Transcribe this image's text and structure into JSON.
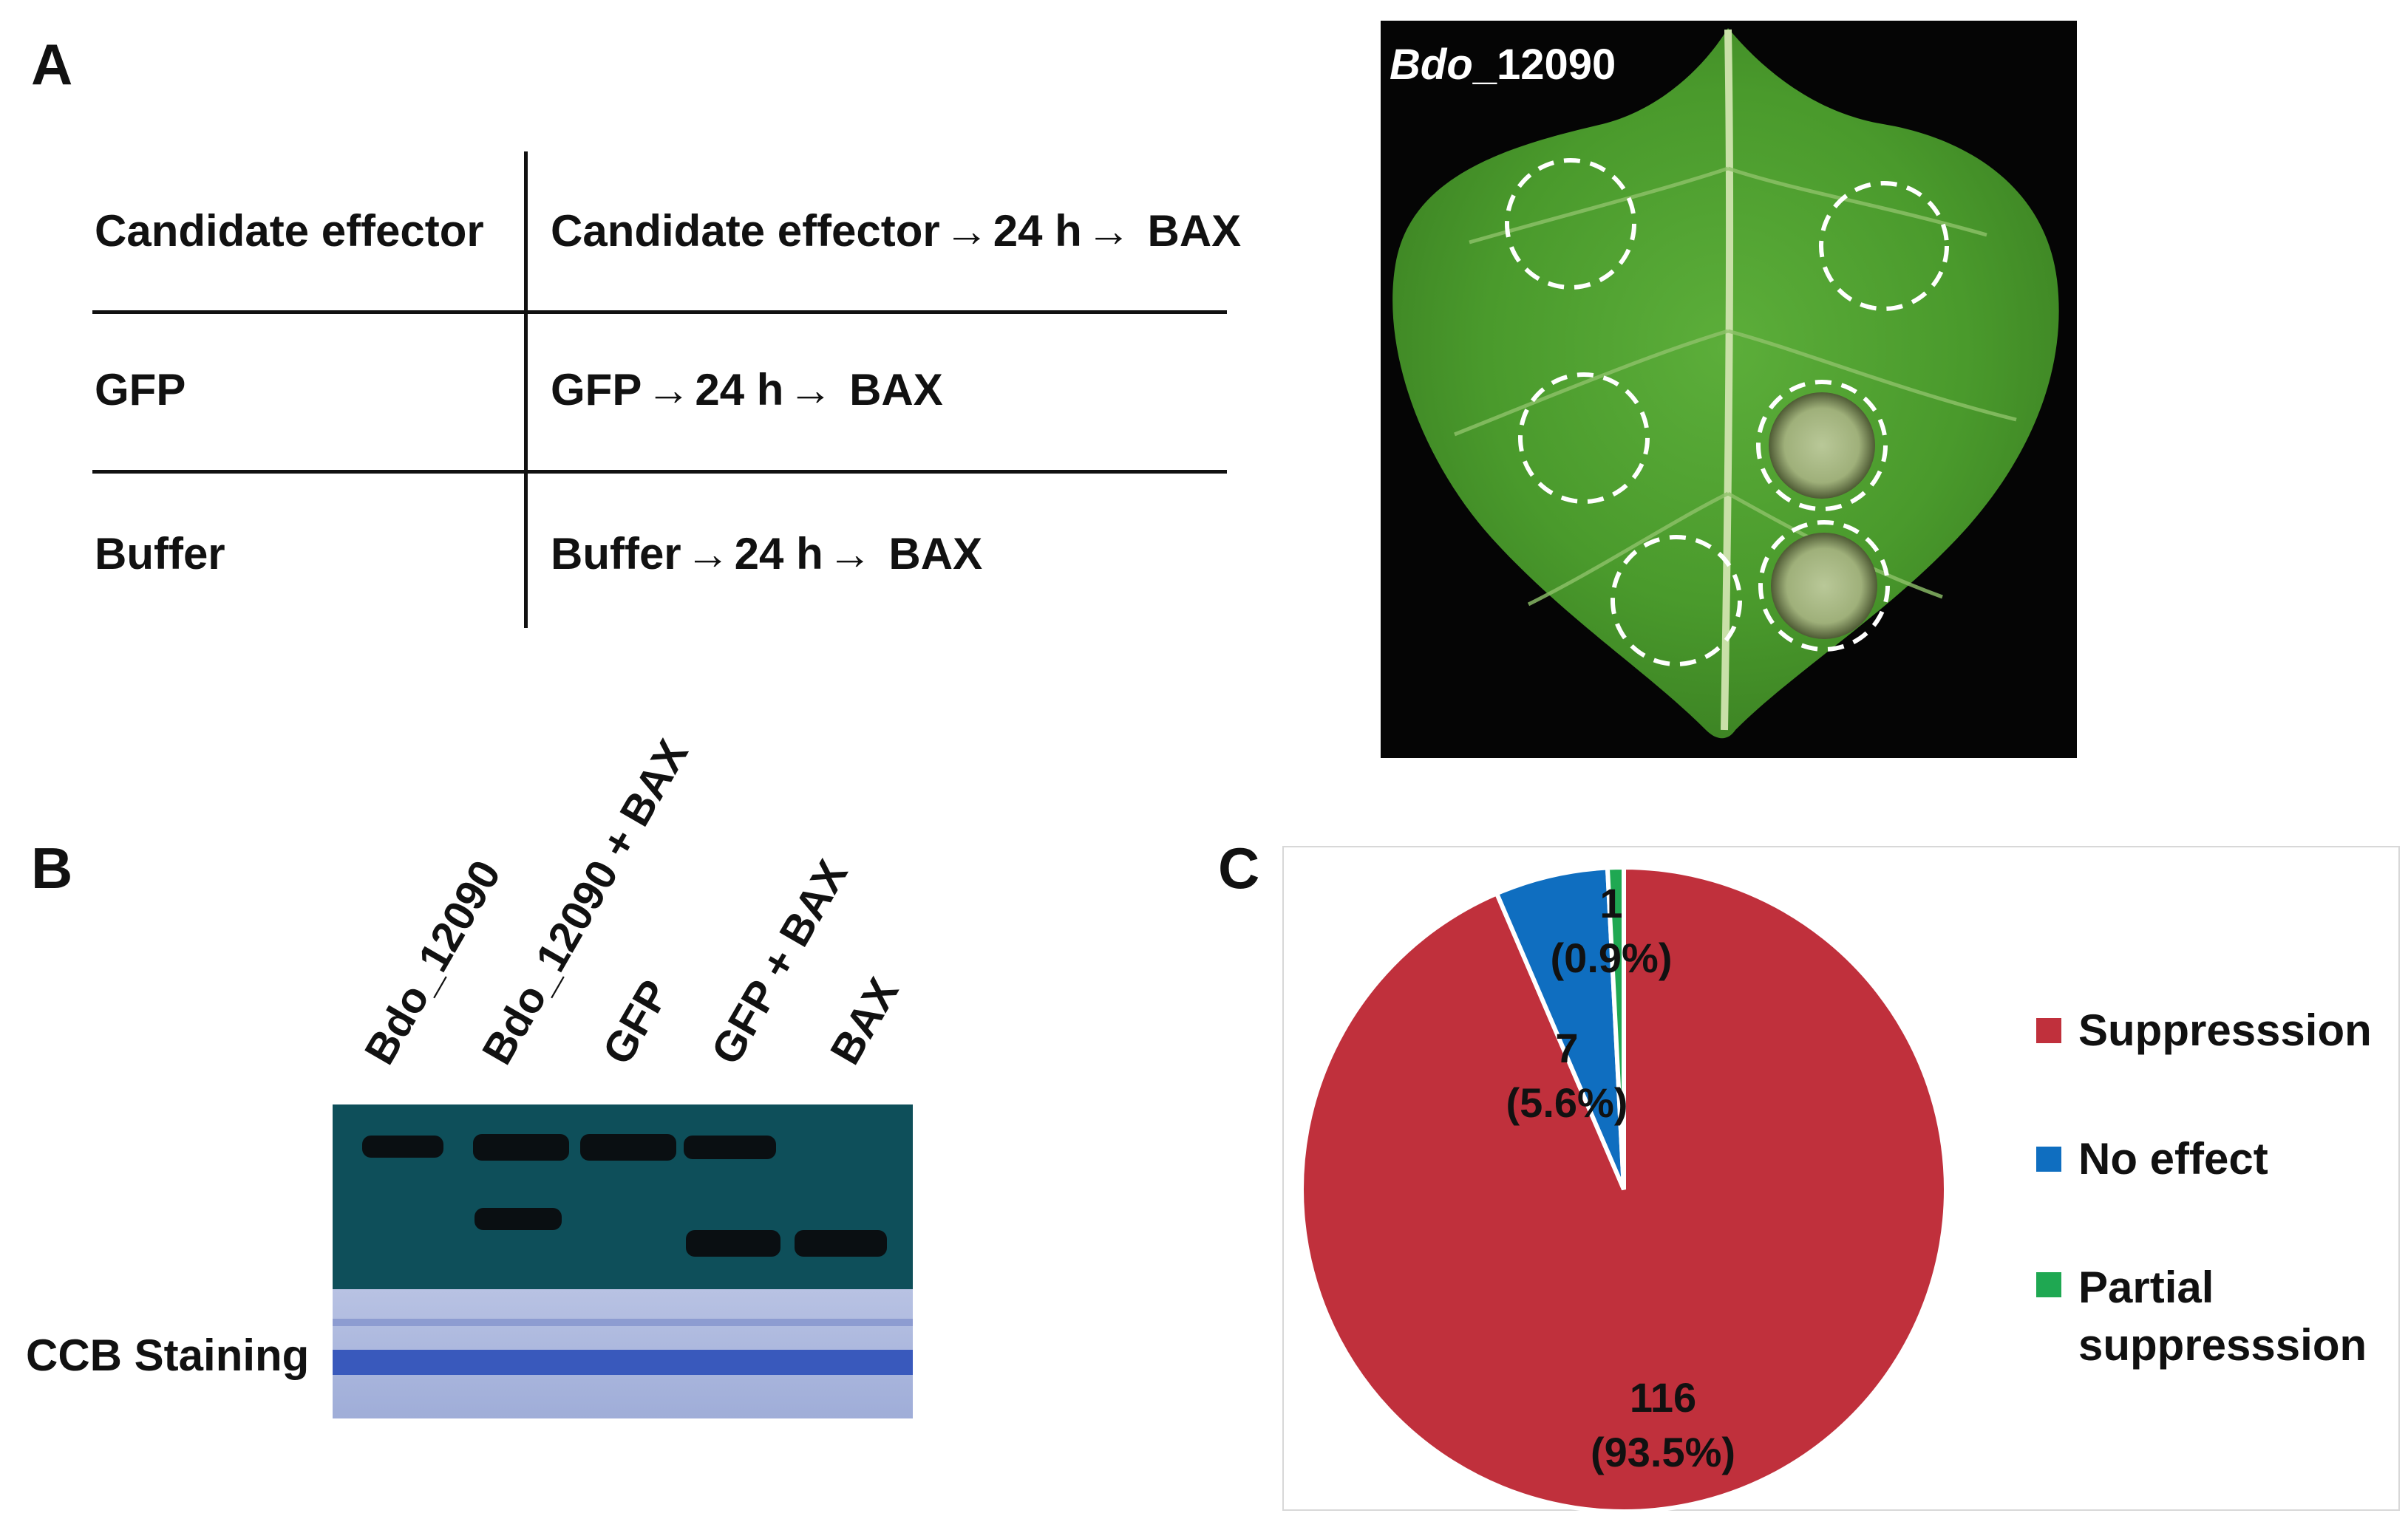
{
  "panel_a": {
    "letter": "A",
    "rows": [
      {
        "left": "Candidate effector",
        "steps": [
          "Candidate effector",
          "24 h",
          "BAX"
        ]
      },
      {
        "left": "GFP",
        "steps": [
          "GFP",
          "24 h",
          "BAX"
        ]
      },
      {
        "left": "Buffer",
        "steps": [
          "Buffer",
          "24 h",
          "BAX"
        ]
      }
    ],
    "arrow_glyph": "→",
    "leaf_label_italic": "Bdo",
    "leaf_label_rest": "_12090"
  },
  "panel_b": {
    "letter": "B",
    "lanes": [
      "Bdo_12090",
      "Bdo_12090 + BAX",
      "GFP",
      "GFP + BAX",
      "BAX"
    ],
    "staining_label": "CCB Staining",
    "colors": {
      "blot_bg": "#0e4f5a",
      "band": "#0a0f12",
      "gel_bg": "#a9b6dd",
      "gel_band": "#2c4fb8"
    }
  },
  "panel_c": {
    "letter": "C",
    "chart_data": {
      "type": "pie",
      "categories": [
        "Suppresssion",
        "No effect",
        "Partial suppresssion"
      ],
      "values": [
        116,
        7,
        1
      ],
      "data_labels": [
        {
          "count": "116",
          "percent": "(93.5%)"
        },
        {
          "count": "7",
          "percent": "(5.6%)"
        },
        {
          "count": "1",
          "percent": "(0.9%)"
        }
      ],
      "colors": [
        "#c0303c",
        "#0f6ec0",
        "#1fa852"
      ],
      "legend_position": "right",
      "legend": [
        {
          "label": "Suppresssion",
          "color": "#c0303c"
        },
        {
          "label": "No effect",
          "color": "#0f6ec0"
        },
        {
          "label_line1": "Partial",
          "label_line2": "suppresssion",
          "color": "#1fa852"
        }
      ]
    }
  }
}
